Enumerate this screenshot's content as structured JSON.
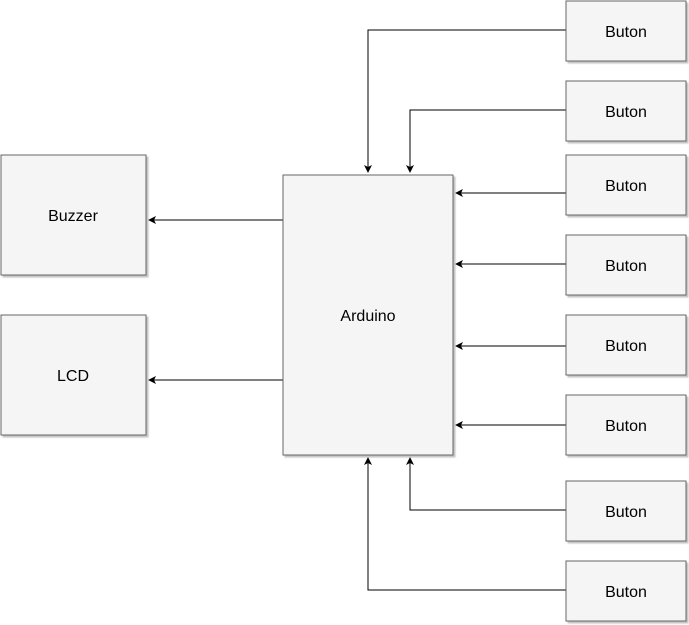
{
  "diagram": {
    "nodes": [
      {
        "id": "arduino",
        "label": "Arduino"
      },
      {
        "id": "buzzer",
        "label": "Buzzer"
      },
      {
        "id": "lcd",
        "label": "LCD"
      },
      {
        "id": "button1",
        "label": "Buton"
      },
      {
        "id": "button2",
        "label": "Buton"
      },
      {
        "id": "button3",
        "label": "Buton"
      },
      {
        "id": "button4",
        "label": "Buton"
      },
      {
        "id": "button5",
        "label": "Buton"
      },
      {
        "id": "button6",
        "label": "Buton"
      },
      {
        "id": "button7",
        "label": "Buton"
      },
      {
        "id": "button8",
        "label": "Buton"
      }
    ],
    "edges": [
      {
        "from": "arduino",
        "to": "buzzer"
      },
      {
        "from": "arduino",
        "to": "lcd"
      },
      {
        "from": "button1",
        "to": "arduino"
      },
      {
        "from": "button2",
        "to": "arduino"
      },
      {
        "from": "button3",
        "to": "arduino"
      },
      {
        "from": "button4",
        "to": "arduino"
      },
      {
        "from": "button5",
        "to": "arduino"
      },
      {
        "from": "button6",
        "to": "arduino"
      },
      {
        "from": "button7",
        "to": "arduino"
      },
      {
        "from": "button8",
        "to": "arduino"
      }
    ],
    "colors": {
      "box_fill": "#f5f5f5",
      "box_stroke": "#666666",
      "edge": "#000000"
    }
  }
}
